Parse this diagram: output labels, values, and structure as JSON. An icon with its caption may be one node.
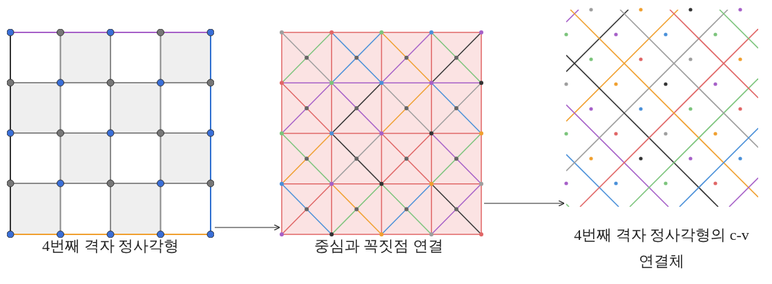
{
  "diagram": {
    "nodes": [
      {
        "text": [],
        "shape": "picture",
        "beside": [
          "4번째 격자 정사각형"
        ]
      },
      {
        "text": [],
        "shape": "picture",
        "beside": [
          "중심과 꼭짓점 연결"
        ]
      },
      {
        "text": [],
        "shape": "picture",
        "beside": [
          "4번째 격자 정사각형의 c-v 연결체"
        ]
      }
    ],
    "edges": [
      {
        "from": 0,
        "to": 1,
        "arrow": "to"
      },
      {
        "from": 1,
        "to": 2,
        "arrow": "to"
      }
    ]
  }
}
